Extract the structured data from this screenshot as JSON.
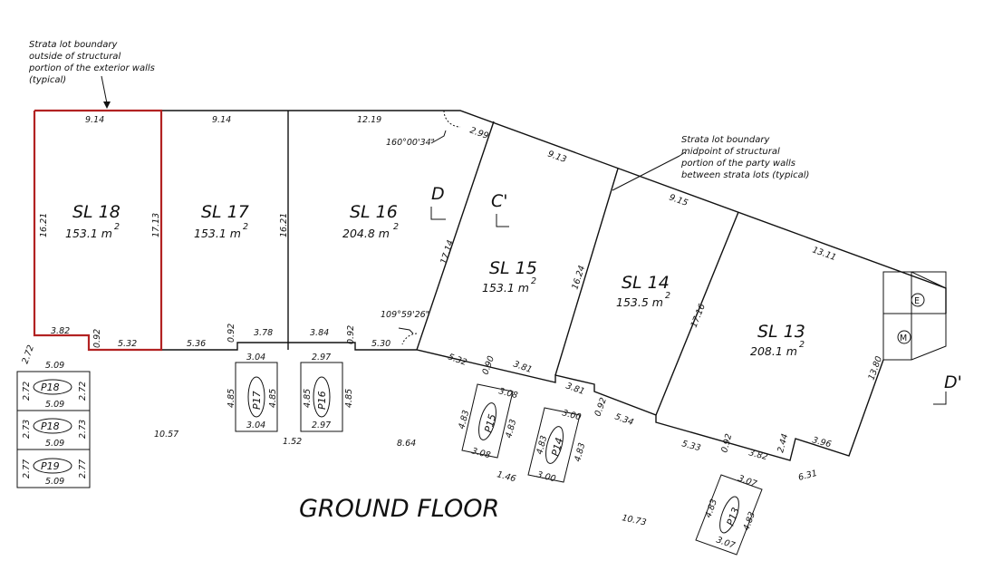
{
  "title": "GROUND FLOOR",
  "note_exterior": [
    "Strata lot boundary",
    "outside of structural",
    "portion of the exterior walls",
    "(typical)"
  ],
  "note_party": [
    "Strata lot boundary",
    "midpoint of structural",
    "portion of the party walls",
    "between strata lots (typical)"
  ],
  "angles": {
    "a1": "160°00'34\"",
    "a2": "109°59'26\""
  },
  "section_marks": {
    "d": "D",
    "c": "C'",
    "d_prime": "D'"
  },
  "area_unit": "m",
  "area_exp": "2",
  "lots": [
    {
      "id": "SL 18",
      "area": "153.1"
    },
    {
      "id": "SL 17",
      "area": "153.1"
    },
    {
      "id": "SL 16",
      "area": "204.8"
    },
    {
      "id": "SL 15",
      "area": "153.1"
    },
    {
      "id": "SL 14",
      "area": "153.5"
    },
    {
      "id": "SL 13",
      "area": "208.1"
    }
  ],
  "utility": {
    "e": "E",
    "m": "M"
  },
  "parking": [
    "P18",
    "P18",
    "P19",
    "P17",
    "P16",
    "P15",
    "P14",
    "P13"
  ],
  "dims": {
    "d1": "9.14",
    "d2": "9.14",
    "d3": "12.19",
    "d4": "2.99",
    "d5": "9.13",
    "d6": "9.15",
    "d7": "13.11",
    "d8": "16.21",
    "d9": "17.13",
    "d10": "16.21",
    "d11": "17.14",
    "d12": "16.24",
    "d13": "17.16",
    "d14": "13.80",
    "d15": "3.82",
    "d16": "0.92",
    "d17": "5.32",
    "d18": "5.36",
    "d19": "0.92",
    "d20": "3.78",
    "d21": "3.84",
    "d22": "0.92",
    "d23": "5.30",
    "d24": "5.32",
    "d25": "0.90",
    "d26": "3.81",
    "d27": "3.81",
    "d28": "0.92",
    "d29": "5.34",
    "d30": "5.33",
    "d31": "0.92",
    "d32": "3.82",
    "d33": "2.44",
    "d34": "3.96",
    "d35": "2.72",
    "d36": "5.09",
    "d37": "2.72",
    "d38": "2.72",
    "d39": "5.09",
    "d40": "2.73",
    "d41": "2.73",
    "d42": "5.09",
    "d43": "2.77",
    "d44": "2.77",
    "d45": "5.09",
    "d46": "3.04",
    "d47": "4.85",
    "d48": "4.85",
    "d49": "3.04",
    "d50": "2.97",
    "d51": "4.85",
    "d52": "4.85",
    "d53": "2.97",
    "d54": "10.57",
    "d55": "1.52",
    "d56": "8.64",
    "d57": "3.08",
    "d58": "4.83",
    "d59": "4.83",
    "d60": "3.08",
    "d61": "3.00",
    "d62": "4.83",
    "d63": "4.83",
    "d64": "3.00",
    "d65": "1.46",
    "d66": "3.07",
    "d67": "4.83",
    "d68": "4.83",
    "d69": "3.07",
    "d70": "6.31",
    "d71": "10.73"
  }
}
